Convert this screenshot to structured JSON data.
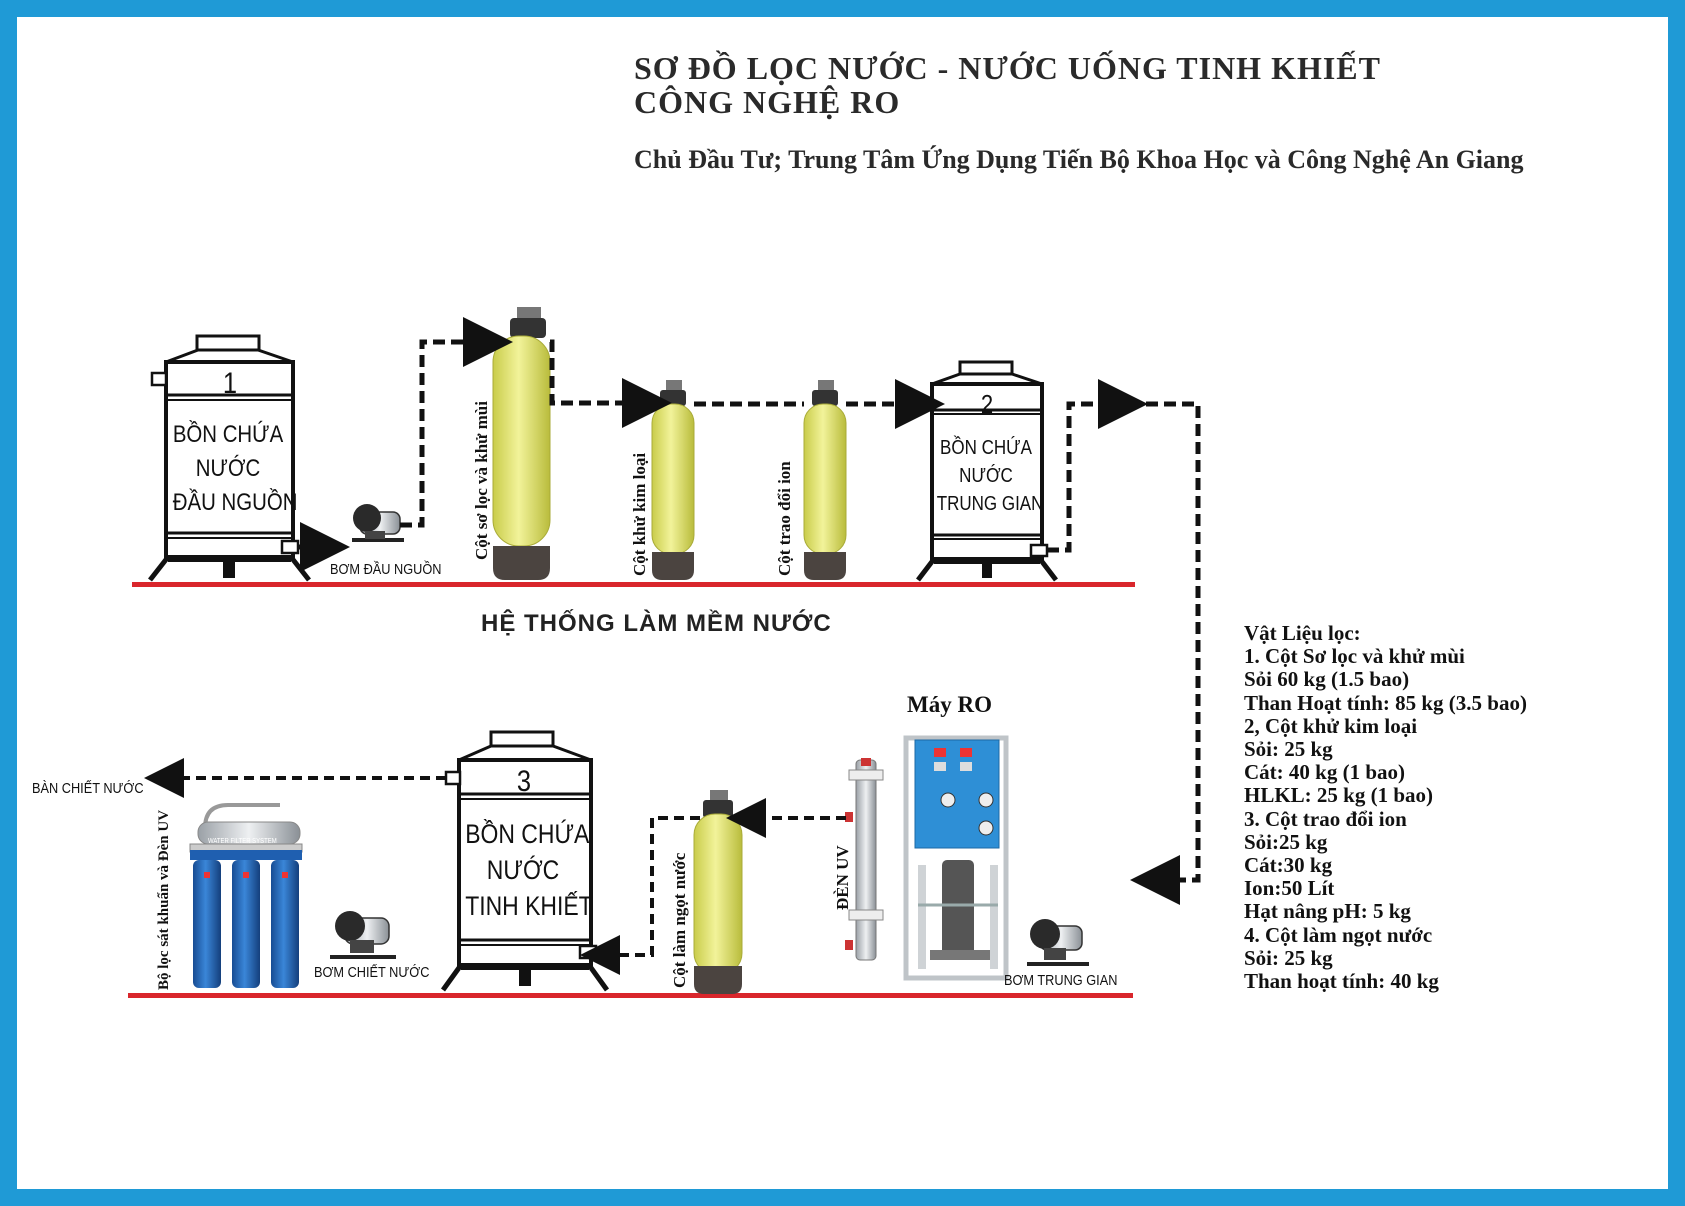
{
  "title_lines": [
    "SƠ ĐỒ LỌC NƯỚC - NƯỚC UỐNG TINH KHIẾT",
    "CÔNG NGHỆ RO"
  ],
  "subtitle": "Chủ Đầu Tư; Trung Tâm Ứng Dụng Tiến Bộ Khoa Học và Công Nghệ An Giang",
  "section_label": "HỆ THỐNG LÀM MỀM NƯỚC",
  "tanks": [
    {
      "number": "1",
      "lines": [
        "BỒN CHỨA",
        "NƯỚC",
        "ĐẦU NGUỒN"
      ]
    },
    {
      "number": "2",
      "lines": [
        "BỒN CHỨA",
        "NƯỚC",
        "TRUNG GIAN"
      ]
    },
    {
      "number": "3",
      "lines": [
        "BỒN CHỨA",
        "NƯỚC",
        "TINH KHIẾT"
      ]
    }
  ],
  "pumps": {
    "source": "BƠM ĐẦU NGUỒN",
    "intermediate": "BƠM  TRUNG GIAN",
    "dispense": "BƠM  CHIẾT NƯỚC"
  },
  "columns": {
    "pre_filter": "Cột sơ lọc và khử mùi",
    "metal_removal": "Cột khử kim loại",
    "ion_exchange": "Cột trao đổi ion",
    "sweetening": "Cột làm ngọt nước"
  },
  "uv_lamp": "ĐÈN UV",
  "ro_machine": "Máy RO",
  "filter_set": "Bộ lọc sát khuẩn và Đèn UV",
  "dispense_table": "BÀN CHIẾT NƯỚC",
  "filter_housing_text": "WATER FILTER SYSTEM",
  "materials": {
    "heading": "Vật Liệu lọc:",
    "lines": [
      "1. Cột Sơ lọc và khử mùi",
      "Sỏi 60 kg (1.5 bao)",
      "Than Hoạt tính: 85 kg (3.5 bao)",
      "2, Cột khử kim loại",
      "Sỏi: 25 kg",
      "Cát: 40 kg (1 bao)",
      "HLKL: 25 kg (1 bao)",
      "3. Cột trao đổi ion",
      "Sỏi:25 kg",
      "Cát:30 kg",
      "Ion:50 Lít",
      "Hạt nâng pH: 5 kg",
      "4. Cột làm ngọt nước",
      "Sỏi: 25 kg",
      "Than hoạt tính: 40 kg"
    ]
  },
  "colors": {
    "frame": "#1f9ad6",
    "floor_line": "#d9262c",
    "column_body": "#e6e87a",
    "column_base": "#4b4440",
    "filter_housing": "#1f5fb0",
    "ro_panel": "#2e8fd6"
  }
}
